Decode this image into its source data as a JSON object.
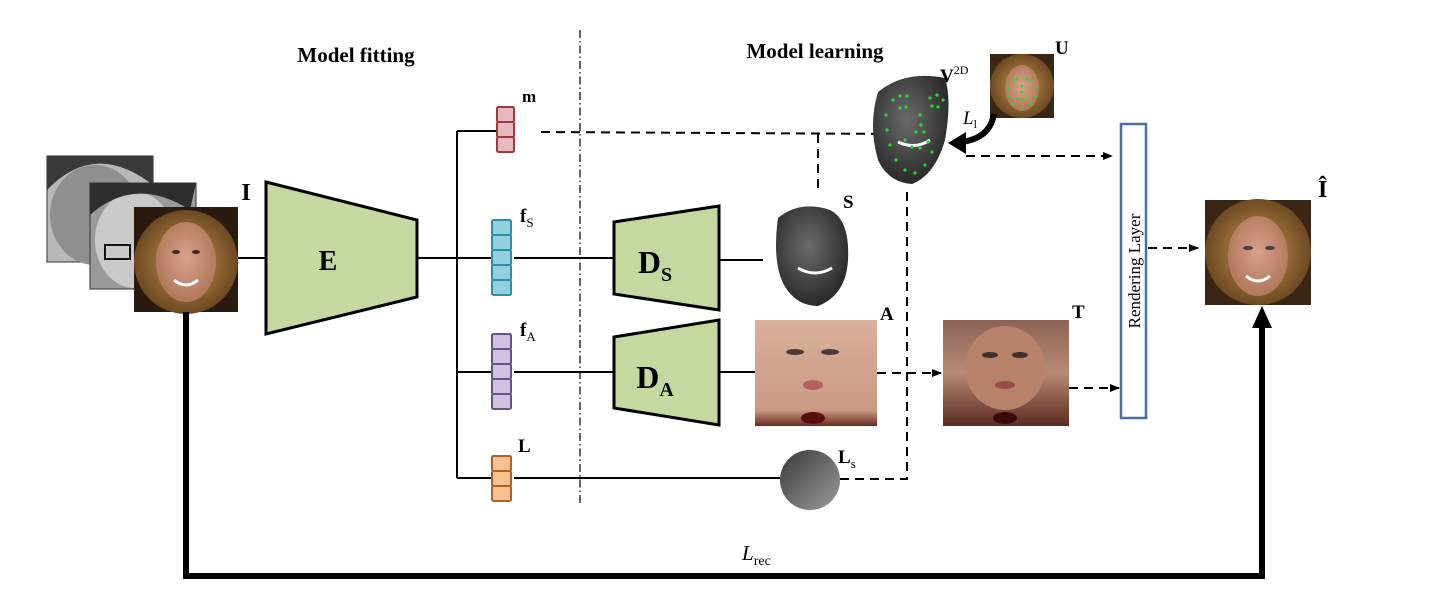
{
  "sections": {
    "fitting_title": "Model fitting",
    "learning_title": "Model learning"
  },
  "input": {
    "label": "I",
    "images": [
      "grayscale-face-1",
      "grayscale-face-2",
      "color-face-curly-hair"
    ]
  },
  "encoder": {
    "label": "E",
    "color": "#c5d89f"
  },
  "latents": [
    {
      "name": "m",
      "label": "m",
      "sub": "",
      "cells": 3,
      "fill": "#e8b9bd",
      "stroke": "#9e3a3f"
    },
    {
      "name": "f_s",
      "label": "f",
      "sub": "S",
      "cells": 5,
      "fill": "#92cfdf",
      "stroke": "#2f8da6"
    },
    {
      "name": "f_a",
      "label": "f",
      "sub": "A",
      "cells": 5,
      "fill": "#cdc3e0",
      "stroke": "#665487"
    },
    {
      "name": "L",
      "label": "L",
      "sub": "",
      "cells": 3,
      "fill": "#f7c193",
      "stroke": "#b35f1f"
    }
  ],
  "decoders": [
    {
      "name": "shape-decoder",
      "label": "D",
      "sub": "S"
    },
    {
      "name": "albedo-decoder",
      "label": "D",
      "sub": "A"
    }
  ],
  "outputs": {
    "shape": "S",
    "albedo": "A",
    "texture": "T",
    "lighting": "L",
    "lighting_sub": "s",
    "projection": "V",
    "projection_sup": "2D",
    "landmarks": "U",
    "landmark_loss": "L",
    "landmark_loss_sub": "l",
    "reconstruction": "Î"
  },
  "rendering_layer": {
    "label": "Rendering Layer",
    "stroke": "#4a6fa0"
  },
  "loss_rec": {
    "label": "L",
    "sub": "rec"
  }
}
